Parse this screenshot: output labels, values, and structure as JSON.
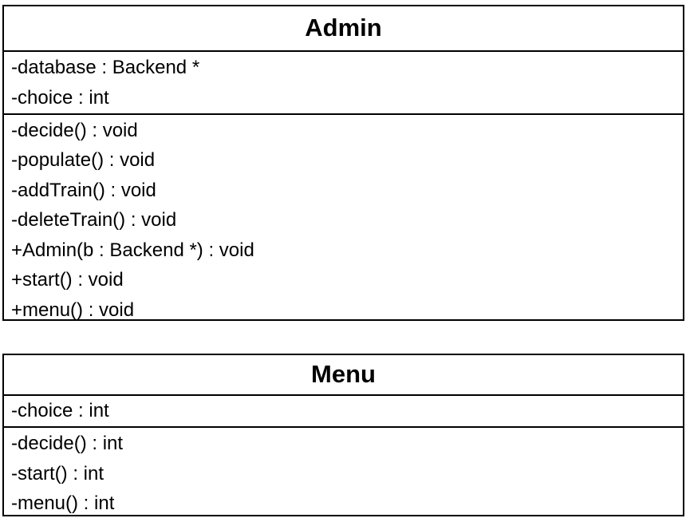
{
  "diagram": {
    "type": "uml-class-diagram",
    "background_color": "#ffffff",
    "line_color": "#000000",
    "text_color": "#000000",
    "classes": [
      {
        "name": "Admin",
        "attributes": [
          "-database : Backend *",
          "-choice : int"
        ],
        "methods": [
          "-decide() : void",
          "-populate() : void",
          "-addTrain() : void",
          "-deleteTrain() : void",
          "+Admin(b : Backend *) : void",
          "+start() : void",
          "+menu() : void"
        ]
      },
      {
        "name": "Menu",
        "attributes": [
          "-choice : int"
        ],
        "methods": [
          "-decide() : int",
          "-start() : int",
          "-menu() : int"
        ]
      }
    ]
  }
}
